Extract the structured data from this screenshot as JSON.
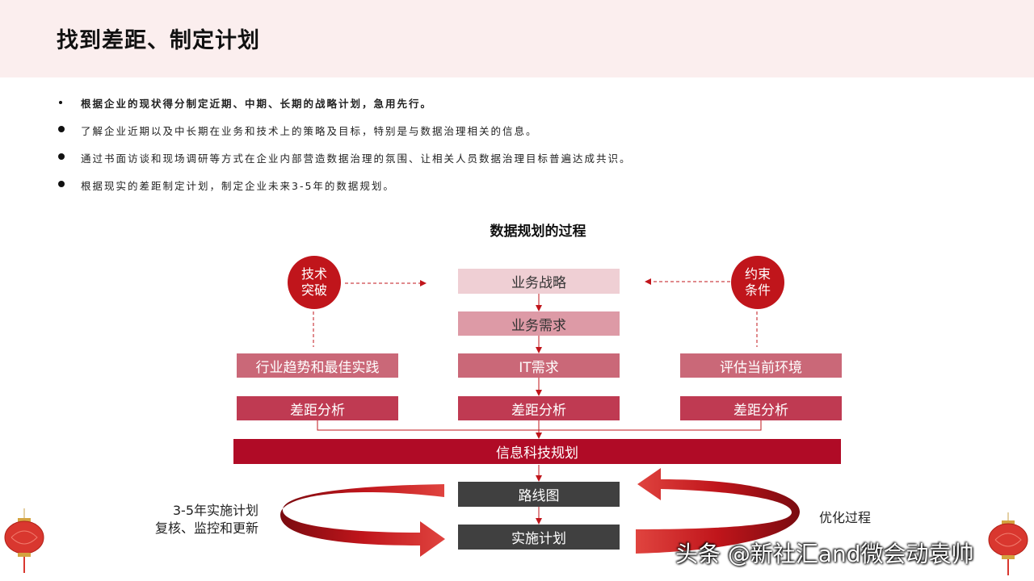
{
  "page": {
    "title": "找到差距、制定计划"
  },
  "bullets": [
    "根据企业的现状得分制定近期、中期、长期的战略计划，急用先行。",
    "了解企业近期以及中长期在业务和技术上的策略及目标，特别是与数据治理相关的信息。",
    "通过书面访谈和现场调研等方式在企业内部营造数据治理的氛围、让相关人员数据治理目标普遍达成共识。",
    "根据现实的差距制定计划，制定企业未来3-5年的数据规划。"
  ],
  "diagram": {
    "title": "数据规划的过程",
    "left_circle": "技术\n突破",
    "right_circle": "约束\n条件",
    "center": {
      "business_strategy": "业务战略",
      "business_requirements": "业务需求",
      "it_requirements": "IT需求",
      "gap_analysis": "差距分析"
    },
    "left": {
      "trends": "行业趋势和最佳实践",
      "gap_analysis": "差距分析"
    },
    "right": {
      "assess": "评估当前环境",
      "gap_analysis": "差距分析"
    },
    "it_planning": "信息科技规划",
    "roadmap": "路线图",
    "implementation": "实施计划",
    "left_note_1": "3-5年实施计划",
    "left_note_2": "复核、监控和更新",
    "right_note": "优化过程"
  },
  "watermark": "头条 @新社汇and微会动袁帅",
  "colors": {
    "header_bg": "#fbeeee",
    "accent_red": "#c0151b",
    "light_pink": "#efcfd4",
    "pink": "#dd9aa6",
    "rose": "#ca6878",
    "crimson": "#bf3a52",
    "deep_red": "#b00b26",
    "dark_gray": "#404040"
  }
}
